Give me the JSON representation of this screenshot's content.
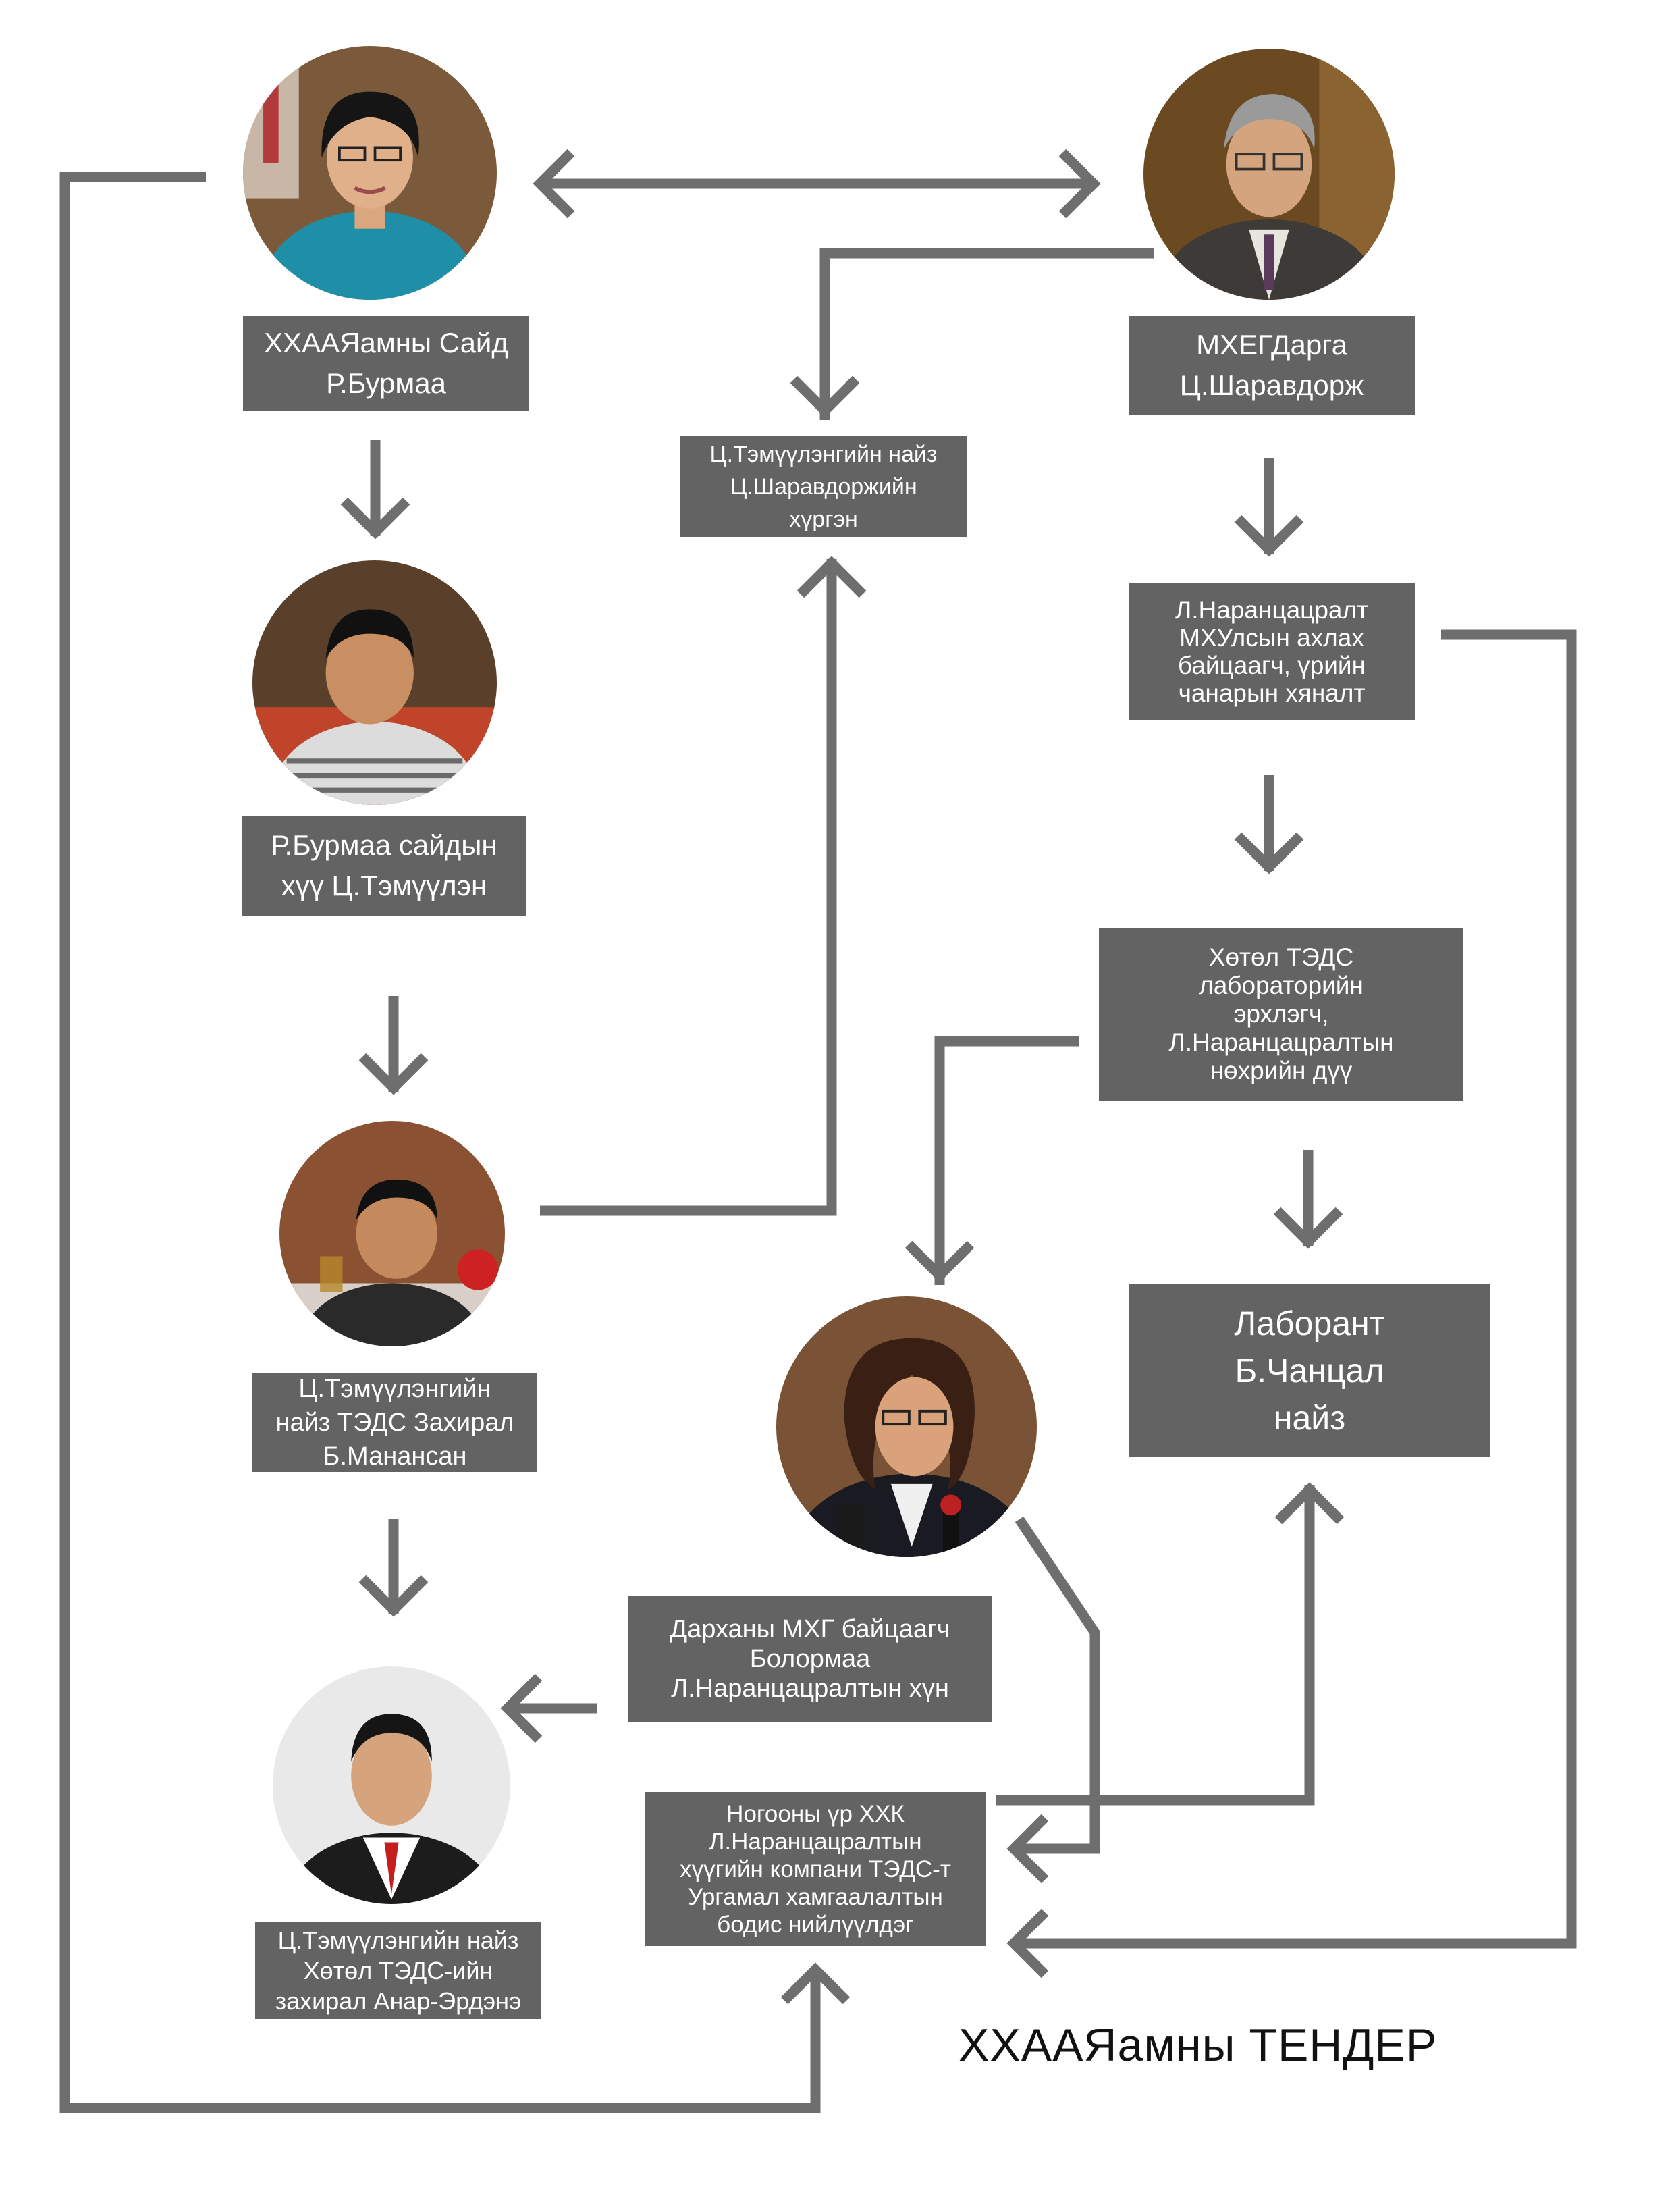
{
  "title": "ХХААЯамны ТЕНДЕР",
  "colors": {
    "box_fill": "#636363",
    "connector": "#6e6e6e",
    "box_text": "#ffffff",
    "background": "#ffffff"
  },
  "nodes": {
    "burmaa": "ХХААЯамны Сайд\nР.Бурмаа",
    "sharavdorj": "МХЕГДарга\nЦ.Шаравдорж",
    "temuulen_friend_soninlaw": "Ц.Тэмүүлэнгийн найз\nЦ.Шаравдоржийн\nхүргэн",
    "narantsetsralt": "Л.Наранцацралт\nМХУлсын ахлах\nбайцаагч, үрийн\nчанарын хяналт",
    "burmaa_son": "Р.Бурмаа сайдын\nхүү Ц.Тэмүүлэн",
    "lab_head": "Хөтөл ТЭДС\nлабораторийн\nэрхлэгч,\nЛ.Наранцацралтын\nнөхрийн дүү",
    "manansan": "Ц.Тэмүүлэнгийн\nнайз ТЭДС Захирал\nБ.Манансан",
    "chantsal": "Лаборант\nБ.Чанцал\nнайз",
    "bolormaa": "Дарханы МХГ байцаагч\nБолормаа\nЛ.Наранцацралтын хүн",
    "nogoon": "Ногооны үр ХХК\nЛ.Наранцацралтын\nхүүгийн компани ТЭДС-т\nУргамал хамгаалалтын\nбодис нийлүүлдэг",
    "anar_erdene": "Ц.Тэмүүлэнгийн найз\nХөтөл ТЭДС-ийн\nзахирал Анар-Эрдэнэ"
  },
  "photos": {
    "burmaa": "portrait-woman-teal-deel",
    "sharavdorj": "portrait-man-gray-hair-glasses",
    "temuulen": "portrait-young-man-striped-shirt",
    "manansan": "portrait-man-at-banquet",
    "anar_erdene": "portrait-man-suit-red-tie",
    "woman_glasses": "portrait-woman-glasses-microphones"
  }
}
